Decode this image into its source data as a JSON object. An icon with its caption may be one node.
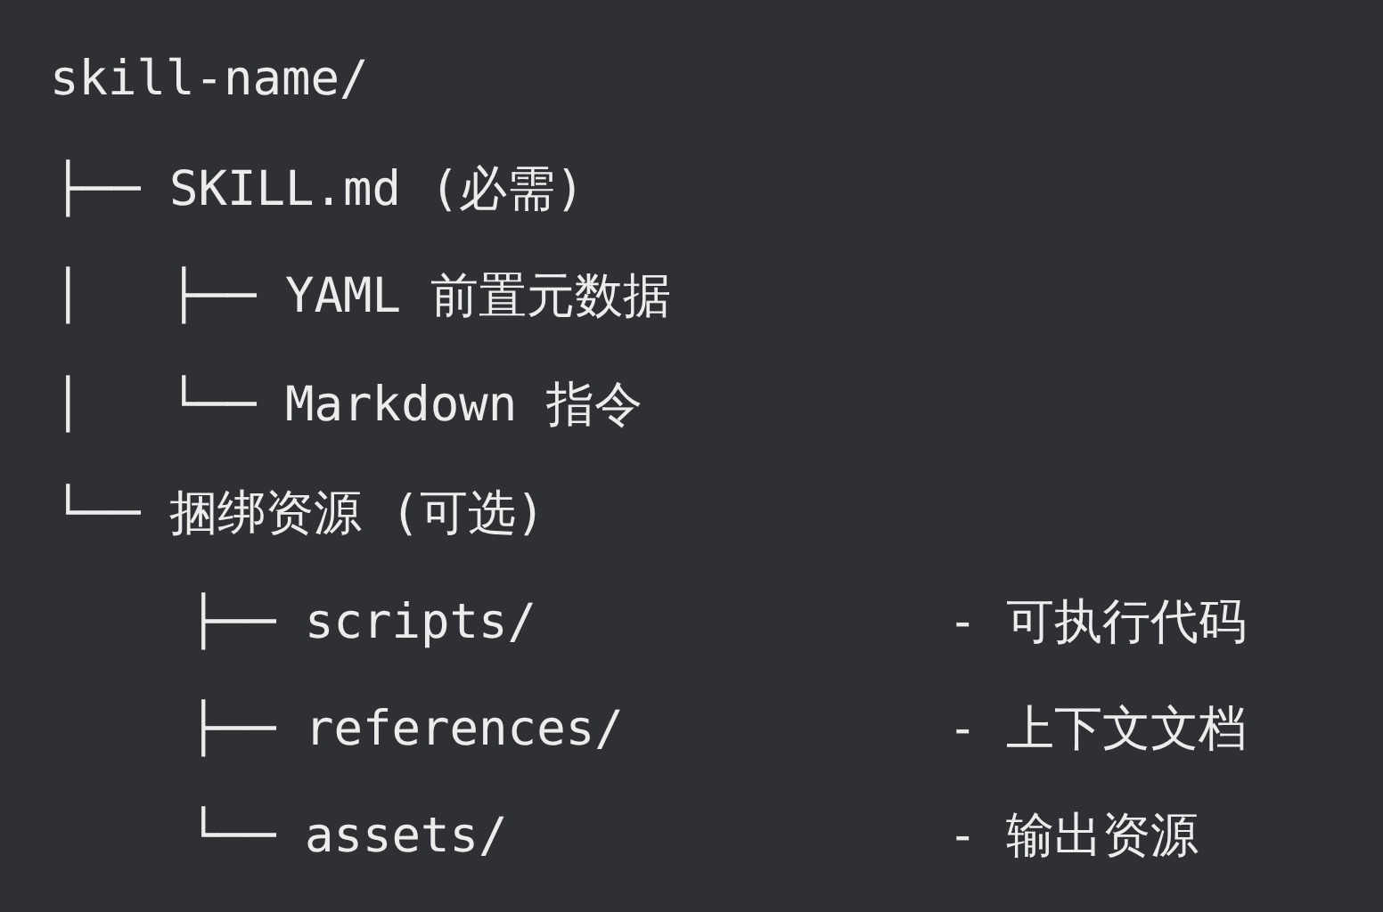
{
  "diagram": {
    "labels": [
      "skill-name/",
      "├── SKILL.md (必需)",
      "│   ├── YAML 前置元数据",
      "│   └── Markdown 指令",
      "└── 捆绑资源 (可选)",
      "├── scripts/",
      "- 可执行代码",
      "├── references/",
      "- 上下文文档",
      "└── assets/",
      "- 输出资源"
    ]
  }
}
